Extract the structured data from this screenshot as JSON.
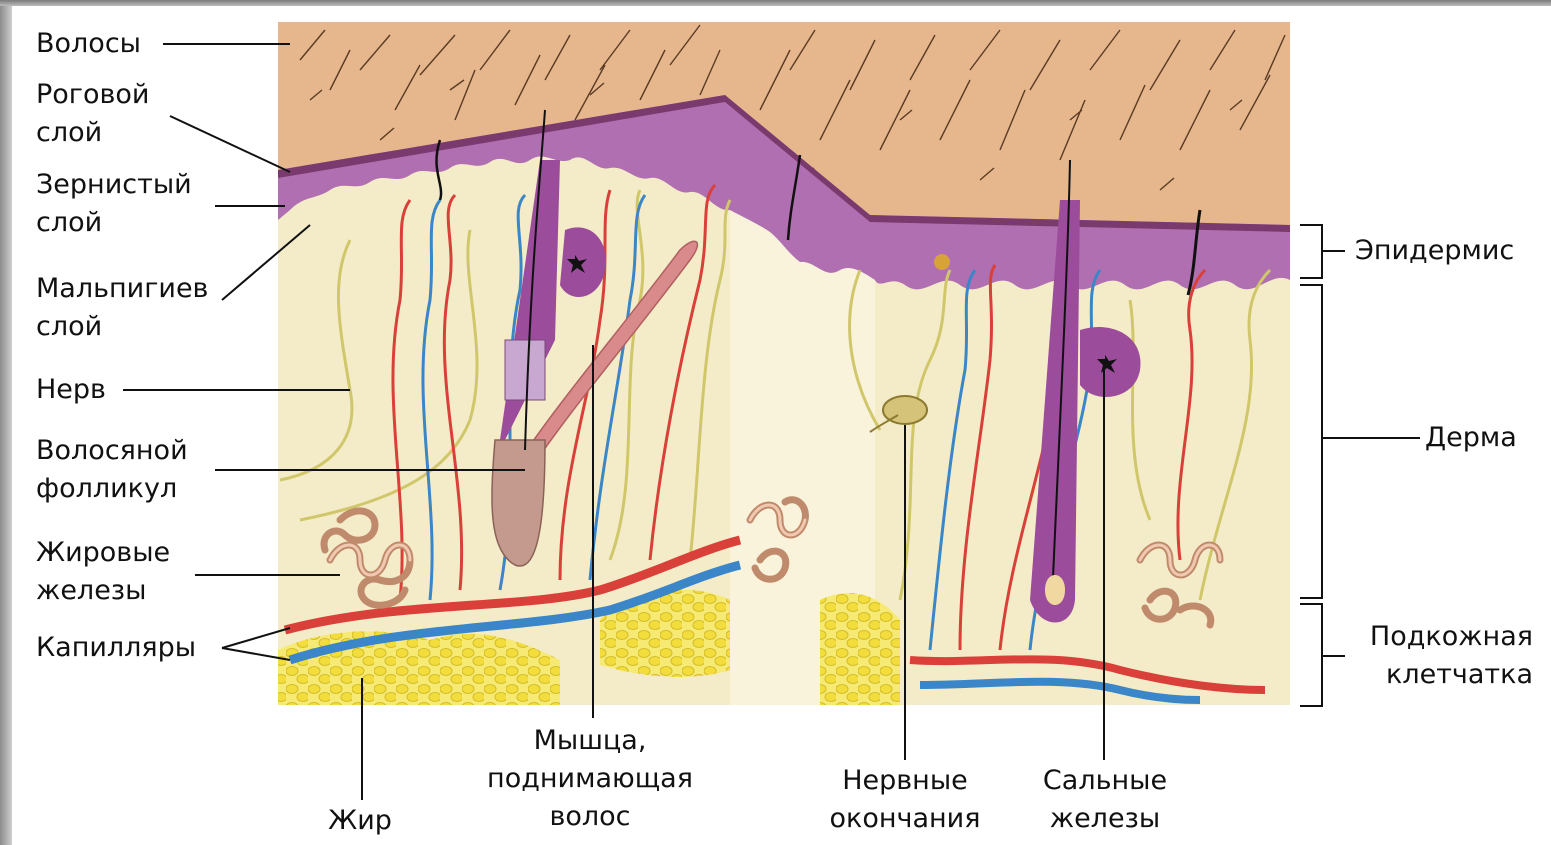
{
  "labels_left": [
    {
      "id": "hair",
      "lines": [
        "Волосы"
      ]
    },
    {
      "id": "horny-layer",
      "lines": [
        "Роговой",
        "слой"
      ]
    },
    {
      "id": "granular-layer",
      "lines": [
        "Зернистый",
        "слой"
      ]
    },
    {
      "id": "malpighian-layer",
      "lines": [
        "Мальпигиев",
        "слой"
      ]
    },
    {
      "id": "nerve",
      "lines": [
        "Нерв"
      ]
    },
    {
      "id": "hair-follicle",
      "lines": [
        "Волосяной",
        "фолликул"
      ]
    },
    {
      "id": "fat-glands",
      "lines": [
        "Жировые",
        "железы"
      ]
    },
    {
      "id": "capillaries",
      "lines": [
        "Капилляры"
      ]
    }
  ],
  "labels_right": [
    {
      "id": "epidermis",
      "lines": [
        "Эпидермис"
      ]
    },
    {
      "id": "dermis",
      "lines": [
        "Дерма"
      ]
    },
    {
      "id": "subcutaneous",
      "lines": [
        "Подкожная",
        "клетчатка"
      ]
    }
  ],
  "labels_bottom": [
    {
      "id": "fat",
      "lines": [
        "Жир"
      ]
    },
    {
      "id": "arrector-muscle",
      "lines": [
        "Мышца,",
        "поднимающая",
        "волос"
      ]
    },
    {
      "id": "nerve-endings",
      "lines": [
        "Нервные",
        "окончания"
      ]
    },
    {
      "id": "sebaceous-glands",
      "lines": [
        "Сальные",
        "железы"
      ]
    }
  ],
  "colors": {
    "skin_surface": "#e6b68c",
    "epidermis": "#b06fb0",
    "dermis": "#f4ecc8",
    "artery": "#d9403a",
    "vein": "#3a86c8",
    "nerve": "#cfc76a",
    "fat": "#f2e25a",
    "follicle": "#c49a8e"
  }
}
